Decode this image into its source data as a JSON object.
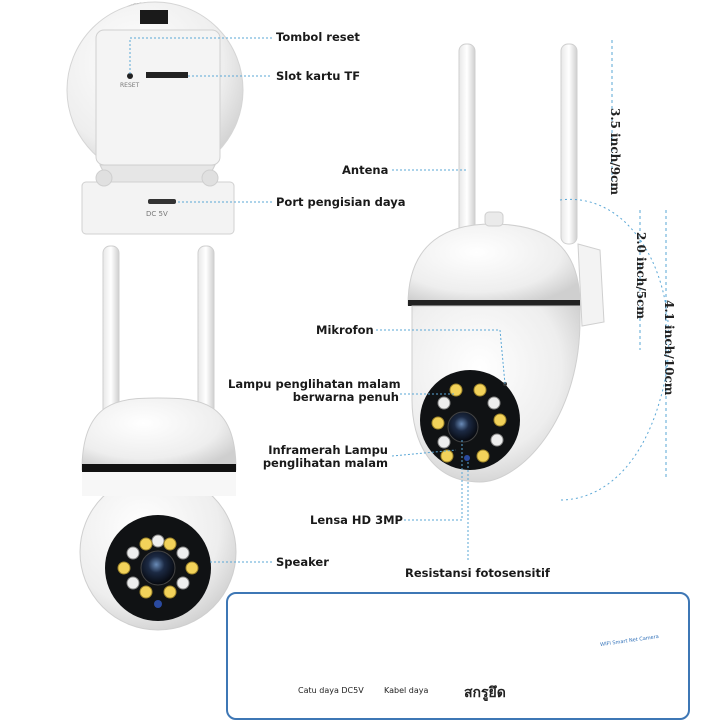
{
  "labels": {
    "reset": "Tombol reset",
    "tf_slot": "Slot kartu TF",
    "antenna": "Antena",
    "power_port": "Port pengisian daya",
    "microphone": "Mikrofon",
    "full_color_line1": "Lampu penglihatan malam",
    "full_color_line2": "berwarna penuh",
    "infrared_line1": "Inframerah Lampu",
    "infrared_line2": "penglihatan malam",
    "lens": "Lensa HD 3MP",
    "speaker": "Speaker",
    "photosensitive": "Resistansi fotosensitif"
  },
  "device_text": {
    "reset_mark": "RESET",
    "dc_mark": "DC 5V"
  },
  "dimensions": {
    "antenna_height": "3.5 inch/9cm",
    "head_height": "2.0 inch/5cm",
    "total_height": "4.1 inch/10cm"
  },
  "package": {
    "adapter": "Catu daya DC5V",
    "cable": "Kabel daya",
    "screws": "สกรูยึด",
    "box_title": "WIFI Smart Net Camera"
  },
  "colors": {
    "leader_line": "#5aa7d6",
    "box_border": "#3e77b5",
    "anchor_green": "#6cc24a",
    "led_yellow": "#f2d25a"
  }
}
